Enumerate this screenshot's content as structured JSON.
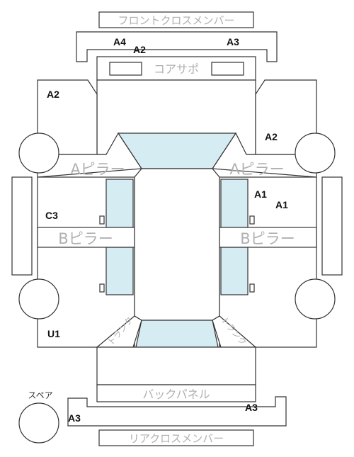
{
  "labels": {
    "front_cross_member": "フロントクロスメンバー",
    "core_support": "コアサポ",
    "a_pillar": "Aピラー",
    "b_pillar": "Bピラー",
    "back_panel": "バックパネル",
    "rear_cross_member": "リアクロスメンバー",
    "spare": "スペア",
    "trunk": "トランク"
  },
  "damage_codes": {
    "front_top_left": "A4",
    "front_top_center": "A2",
    "front_top_right": "A3",
    "left_fender": "A2",
    "right_fender": "A2",
    "right_door_1": "A1",
    "right_door_2": "A1",
    "left_door": "C3",
    "rear_left": "U1",
    "rear_member_left": "A3",
    "rear_member_right": "A3"
  },
  "colors": {
    "glass": "#d6ecf3",
    "line": "#333333",
    "label_gray": "#b0b0b0"
  }
}
